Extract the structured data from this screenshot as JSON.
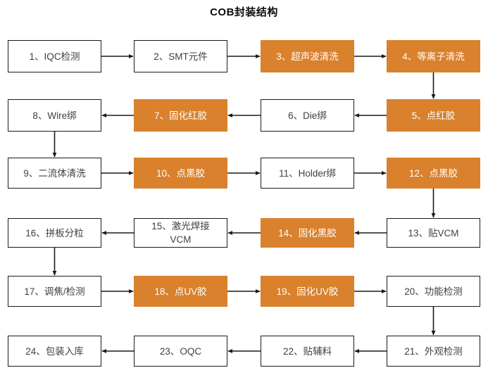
{
  "title": "COB封装结构",
  "colors": {
    "highlight_fill": "#d9812c",
    "node_fill": "#ffffff",
    "node_border": "#1a1a1a",
    "node_text": "#3f3f44",
    "highlight_text": "#ffffff",
    "title_text": "#0d0d0d",
    "connector": "#1a1a1a"
  },
  "chart_data": {
    "type": "diagram",
    "title": "COB封装结构",
    "layout": "serpentine-grid",
    "rows": 6,
    "columns": 4,
    "nodes": [
      {
        "id": 1,
        "label": "1、IQC检测",
        "highlight": false,
        "row": 1,
        "col": 1
      },
      {
        "id": 2,
        "label": "2、SMT元件",
        "highlight": false,
        "row": 1,
        "col": 2
      },
      {
        "id": 3,
        "label": "3、超声波清洗",
        "highlight": true,
        "row": 1,
        "col": 3
      },
      {
        "id": 4,
        "label": "4、等离子清洗",
        "highlight": true,
        "row": 1,
        "col": 4
      },
      {
        "id": 5,
        "label": "5、点红胶",
        "highlight": true,
        "row": 2,
        "col": 4
      },
      {
        "id": 6,
        "label": "6、Die绑",
        "highlight": false,
        "row": 2,
        "col": 3
      },
      {
        "id": 7,
        "label": "7、固化红胶",
        "highlight": true,
        "row": 2,
        "col": 2
      },
      {
        "id": 8,
        "label": "8、Wire绑",
        "highlight": false,
        "row": 2,
        "col": 1
      },
      {
        "id": 9,
        "label": "9、二流体清洗",
        "highlight": false,
        "row": 3,
        "col": 1
      },
      {
        "id": 10,
        "label": "10、点黑胶",
        "highlight": true,
        "row": 3,
        "col": 2
      },
      {
        "id": 11,
        "label": "11、Holder绑",
        "highlight": false,
        "row": 3,
        "col": 3
      },
      {
        "id": 12,
        "label": "12、点黑胶",
        "highlight": true,
        "row": 3,
        "col": 4
      },
      {
        "id": 13,
        "label": "13、贴VCM",
        "highlight": false,
        "row": 4,
        "col": 4
      },
      {
        "id": 14,
        "label": "14、固化黑胶",
        "highlight": true,
        "row": 4,
        "col": 3
      },
      {
        "id": 15,
        "label": "15、激光焊接\nVCM",
        "highlight": false,
        "row": 4,
        "col": 2
      },
      {
        "id": 16,
        "label": "16、拼板分粒",
        "highlight": false,
        "row": 4,
        "col": 1
      },
      {
        "id": 17,
        "label": "17、调焦/检测",
        "highlight": false,
        "row": 5,
        "col": 1
      },
      {
        "id": 18,
        "label": "18、点UV胶",
        "highlight": true,
        "row": 5,
        "col": 2
      },
      {
        "id": 19,
        "label": "19、固化UV胶",
        "highlight": true,
        "row": 5,
        "col": 3
      },
      {
        "id": 20,
        "label": "20、功能检测",
        "highlight": false,
        "row": 5,
        "col": 4
      },
      {
        "id": 21,
        "label": "21、外观检测",
        "highlight": false,
        "row": 6,
        "col": 4
      },
      {
        "id": 22,
        "label": "22、贴辅料",
        "highlight": false,
        "row": 6,
        "col": 3
      },
      {
        "id": 23,
        "label": "23、OQC",
        "highlight": false,
        "row": 6,
        "col": 2
      },
      {
        "id": 24,
        "label": "24、包装入库",
        "highlight": false,
        "row": 6,
        "col": 1
      }
    ],
    "edges": [
      {
        "from": 1,
        "to": 2,
        "direction": "right"
      },
      {
        "from": 2,
        "to": 3,
        "direction": "right"
      },
      {
        "from": 3,
        "to": 4,
        "direction": "right"
      },
      {
        "from": 4,
        "to": 5,
        "direction": "down"
      },
      {
        "from": 5,
        "to": 6,
        "direction": "left"
      },
      {
        "from": 6,
        "to": 7,
        "direction": "left"
      },
      {
        "from": 7,
        "to": 8,
        "direction": "left"
      },
      {
        "from": 8,
        "to": 9,
        "direction": "down"
      },
      {
        "from": 9,
        "to": 10,
        "direction": "right"
      },
      {
        "from": 10,
        "to": 11,
        "direction": "right"
      },
      {
        "from": 11,
        "to": 12,
        "direction": "right"
      },
      {
        "from": 12,
        "to": 13,
        "direction": "down"
      },
      {
        "from": 13,
        "to": 14,
        "direction": "left"
      },
      {
        "from": 14,
        "to": 15,
        "direction": "left"
      },
      {
        "from": 15,
        "to": 16,
        "direction": "left"
      },
      {
        "from": 16,
        "to": 17,
        "direction": "down"
      },
      {
        "from": 17,
        "to": 18,
        "direction": "right"
      },
      {
        "from": 18,
        "to": 19,
        "direction": "right"
      },
      {
        "from": 19,
        "to": 20,
        "direction": "right"
      },
      {
        "from": 20,
        "to": 21,
        "direction": "down"
      },
      {
        "from": 21,
        "to": 22,
        "direction": "left"
      },
      {
        "from": 22,
        "to": 23,
        "direction": "left"
      },
      {
        "from": 23,
        "to": 24,
        "direction": "left"
      }
    ]
  }
}
